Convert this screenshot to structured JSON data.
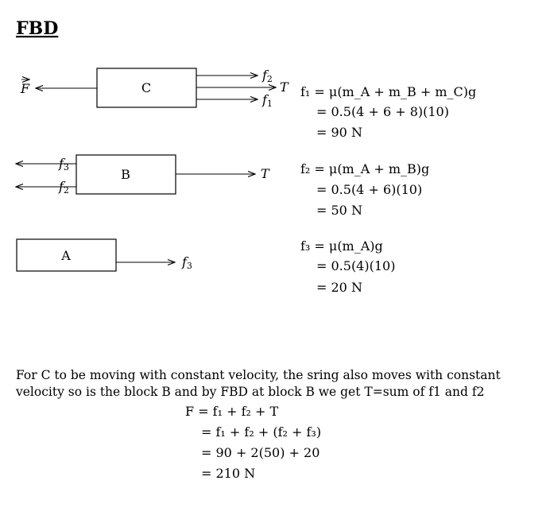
{
  "heading": "FBD",
  "blocks": {
    "C": "C",
    "B": "B",
    "A": "A"
  },
  "forces": {
    "F": "F",
    "T": "T",
    "f1": "f",
    "f2": "f",
    "f3": "f",
    "sub1": "1",
    "sub2": "2",
    "sub3": "3"
  },
  "equations": {
    "f1": [
      "f₁ = μ(m_A + m_B + m_C)g",
      "= 0.5(4 + 6 + 8)(10)",
      "= 90 N"
    ],
    "f2": [
      "f₂ = μ(m_A + m_B)g",
      "= 0.5(4 + 6)(10)",
      "= 50 N"
    ],
    "f3": [
      "f₃ = μ(m_A)g",
      "= 0.5(4)(10)",
      "= 20 N"
    ],
    "total": [
      "F = f₁ + f₂ + T",
      "= f₁ + f₂ + (f₂ + f₃)",
      "= 90 + 2(50) + 20",
      "= 210 N"
    ]
  },
  "explanation": "For C to be moving with constant velocity, the sring also moves with constant velocity so is the block B and by FBD at block B we get T=sum of f1 and f2"
}
